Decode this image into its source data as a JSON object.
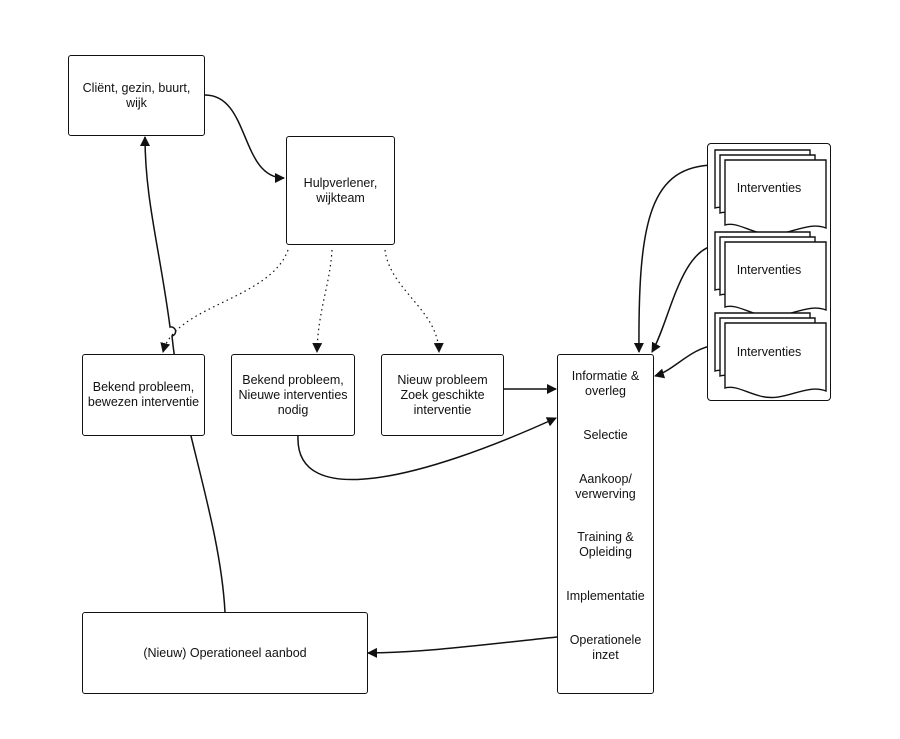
{
  "nodes": {
    "client": "Cliënt, gezin, buurt, wijk",
    "hulpverlener": "Hulpverlener,\nwijkteam",
    "bekend_bewezen": "Bekend probleem,\nbewezen interventie",
    "bekend_nieuw": "Bekend probleem,\nNieuwe interventies\nnodig",
    "nieuw_probleem": "Nieuw probleem\nZoek geschikte\ninterventie",
    "operationeel": "(Nieuw) Operationeel aanbod"
  },
  "process_steps": [
    "Informatie &\noverleg",
    "Selectie",
    "Aankoop/\nverwerving",
    "Training &\nOpleiding",
    "Implementatie",
    "Operationele\ninzet"
  ],
  "documents": [
    "Interventies",
    "Interventies",
    "Interventies"
  ]
}
